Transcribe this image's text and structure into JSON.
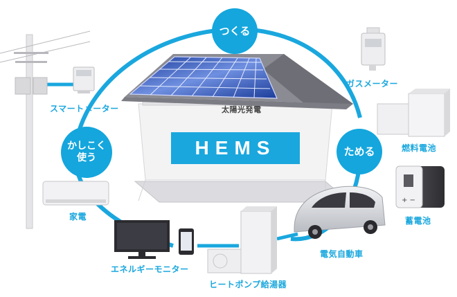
{
  "title": "HEMS",
  "hubs": {
    "produce": "つくる",
    "store": "ためる",
    "use_line1": "かしこく",
    "use_line2": "使う"
  },
  "devices": {
    "solar": "太陽光発電",
    "smart_meter": "スマートメーター",
    "gas_meter": "ガスメーター",
    "fuel_cell": "燃料電池",
    "storage_battery": "蓄電池",
    "ev": "電気自動車",
    "heat_pump": "ヒートポンプ給湯器",
    "energy_monitor": "エネルギーモニター",
    "appliance": "家電"
  },
  "colors": {
    "accent": "#1aa7de",
    "roof": "#8a8a92",
    "panel": "#2a4ea8",
    "wall": "#e8e8ea"
  }
}
